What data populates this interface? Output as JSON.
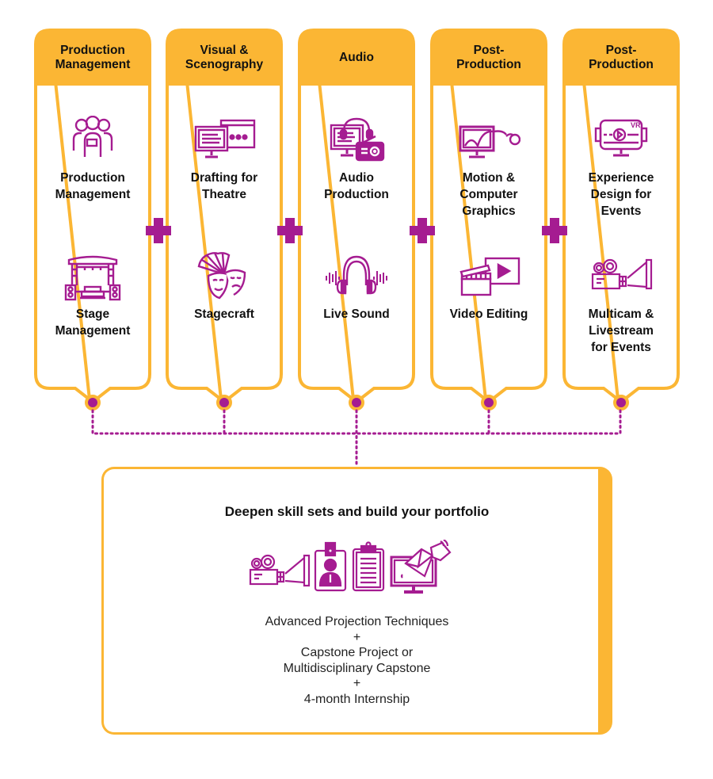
{
  "colors": {
    "accent_orange": "#fbb634",
    "accent_purple": "#a51c91",
    "text": "#111111"
  },
  "columns": [
    {
      "header": "Production\nManagement",
      "skills": [
        {
          "icon": "team-icon",
          "label": "Production\nManagement"
        },
        {
          "icon": "stage-icon",
          "label": "Stage\nManagement"
        }
      ]
    },
    {
      "header": "Visual &\nScenography",
      "skills": [
        {
          "icon": "drafting-screens-icon",
          "label": "Drafting for\nTheatre"
        },
        {
          "icon": "theatre-masks-icon",
          "label": "Stagecraft"
        }
      ]
    },
    {
      "header": "Audio",
      "skills": [
        {
          "icon": "audio-production-icon",
          "label": "Audio\nProduction"
        },
        {
          "icon": "headphones-icon",
          "label": "Live Sound"
        }
      ]
    },
    {
      "header": "Post-\nProduction",
      "skills": [
        {
          "icon": "motion-graphics-icon",
          "label": "Motion &\nComputer\nGraphics"
        },
        {
          "icon": "video-editing-icon",
          "label": "Video Editing"
        }
      ]
    },
    {
      "header": "Post-\nProduction",
      "skills": [
        {
          "icon": "vr-headset-icon",
          "label": "Experience\nDesign for\nEvents"
        },
        {
          "icon": "projector-icon",
          "label": "Multicam &\nLivestream\nfor Events"
        }
      ]
    }
  ],
  "bottom": {
    "title": "Deepen skill sets and build your portfolio",
    "icons": [
      "projector-icon",
      "id-badge-icon",
      "clipboard-icon",
      "3d-design-monitor-icon"
    ],
    "lines": [
      "Advanced Projection Techniques",
      "+",
      "Capstone Project or\nMultidisciplinary Capstone",
      "+",
      "4-month Internship"
    ]
  }
}
